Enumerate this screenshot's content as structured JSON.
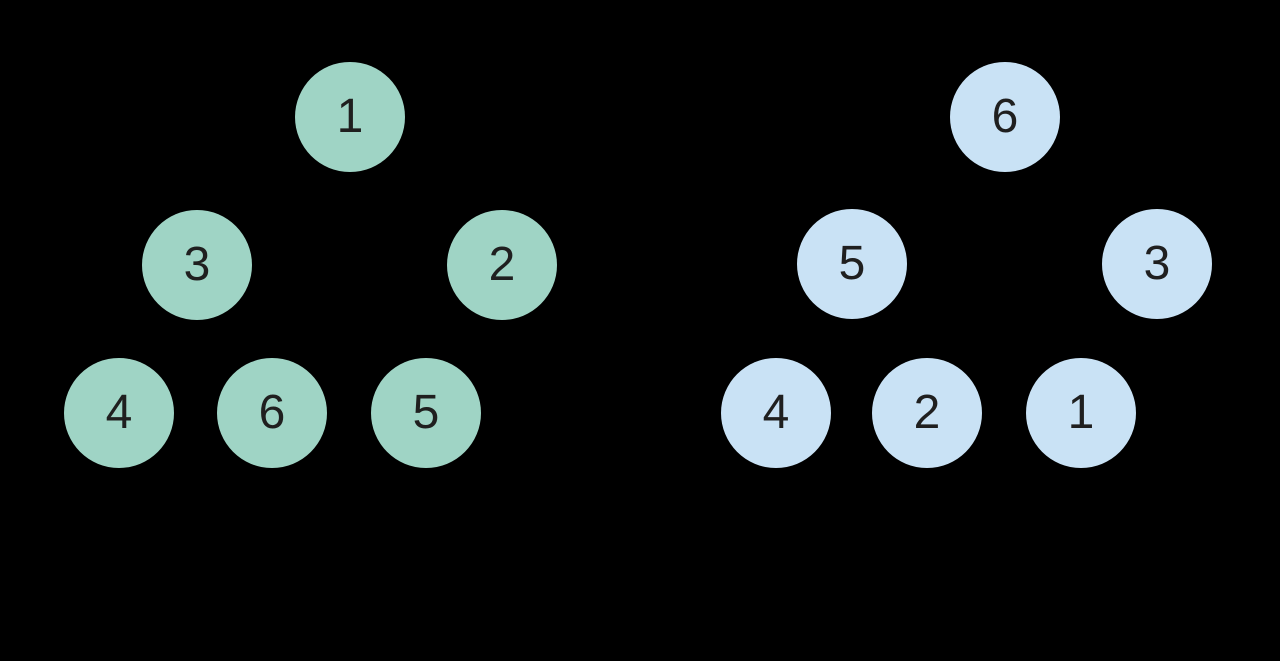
{
  "colors": {
    "background": "#000000",
    "left_tree_node_fill": "#9fd4c5",
    "right_tree_node_fill": "#c9e2f5",
    "node_text": "#1f1f1f"
  },
  "left_tree": {
    "rows": [
      [
        "1"
      ],
      [
        "3",
        "2"
      ],
      [
        "4",
        "6",
        "5"
      ]
    ]
  },
  "right_tree": {
    "rows": [
      [
        "6"
      ],
      [
        "5",
        "3"
      ],
      [
        "4",
        "2",
        "1"
      ]
    ]
  }
}
